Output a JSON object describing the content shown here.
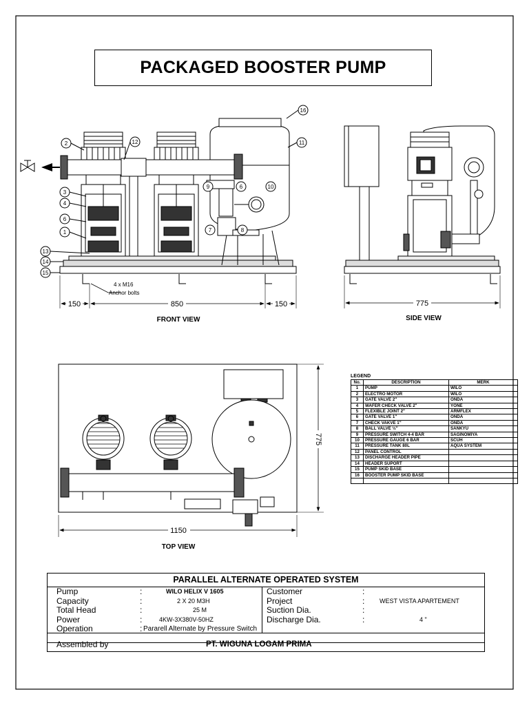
{
  "title": "PACKAGED BOOSTER PUMP",
  "views": {
    "front": "FRONT VIEW",
    "side": "SIDE VIEW",
    "top": "TOP VIEW"
  },
  "dimensions": {
    "front_left": "150",
    "front_mid": "850",
    "front_right": "150",
    "side_width": "775",
    "top_width": "1150",
    "top_depth": "775"
  },
  "anchor_note": {
    "line1": "4 x M16",
    "line2": "Anchor bolts"
  },
  "balloons": [
    "1",
    "2",
    "3",
    "4",
    "6",
    "7",
    "8",
    "9",
    "10",
    "11",
    "12",
    "13",
    "14",
    "15",
    "16",
    "6"
  ],
  "legend": {
    "title": "LEGEND",
    "headers": [
      "No.",
      "DESCRIPTION",
      "MERK"
    ],
    "rows": [
      [
        "1",
        "PUMP",
        "WILO"
      ],
      [
        "2",
        "ELECTRO MOTOR",
        "WILO"
      ],
      [
        "3",
        "GATE VALVE 2\"",
        "ONDA"
      ],
      [
        "4",
        "WAFER CHECK VALVE 2\"",
        "YONE"
      ],
      [
        "5",
        "FLEXIBLE JOINT 2\"",
        "ARMFLEX"
      ],
      [
        "6",
        "GATE VALVE 1\"",
        "ONDA"
      ],
      [
        "7",
        "CHECK VAKVE 1\"",
        "ONDA"
      ],
      [
        "8",
        "BALL VALVE ½\"",
        "SANKYU"
      ],
      [
        "9",
        "PRESSURE SWITCH 4-4 BAR",
        "SAGINOMIYA"
      ],
      [
        "10",
        "PRESSURE GAUGE 6 BAR",
        "SCUH"
      ],
      [
        "11",
        "PRESSURE TANK 80L",
        "AQUA SYSTEM"
      ],
      [
        "12",
        "PANEL CONTROL",
        ""
      ],
      [
        "13",
        "DISCHARGE HEADER PIPE",
        ""
      ],
      [
        "14",
        "HEADER SUPORT",
        ""
      ],
      [
        "15",
        "PUMP SKID BASE",
        ""
      ],
      [
        "16",
        "BOOSTER PUMP SKID BASE",
        ""
      ],
      [
        "",
        "",
        ""
      ]
    ]
  },
  "spec": {
    "heading": "PARALLEL ALTERNATE OPERATED SYSTEM",
    "pump_label": "Pump",
    "pump_value": "WILO HELIX V 1605",
    "capacity_label": "Capacity",
    "capacity_value": "2 X 20 M3H",
    "head_label": "Total Head",
    "head_value": "25 M",
    "power_label": "Power",
    "power_value": "4KW-3X380V-50HZ",
    "operation_label": "Operation",
    "operation_value": "Pararell Alternate  by Pressure Switch",
    "customer_label": "Customer",
    "customer_value": "",
    "project_label": "Project",
    "project_value": "WEST VISTA APARTEMENT",
    "suction_label": "Suction Dia.",
    "suction_value": "",
    "discharge_label": "Discharge Dia.",
    "discharge_value": "4 \"",
    "assembled_label": "Assembled by",
    "assembled_value": "PT. WIGUNA LOGAM PRIMA",
    "colon": ":"
  }
}
